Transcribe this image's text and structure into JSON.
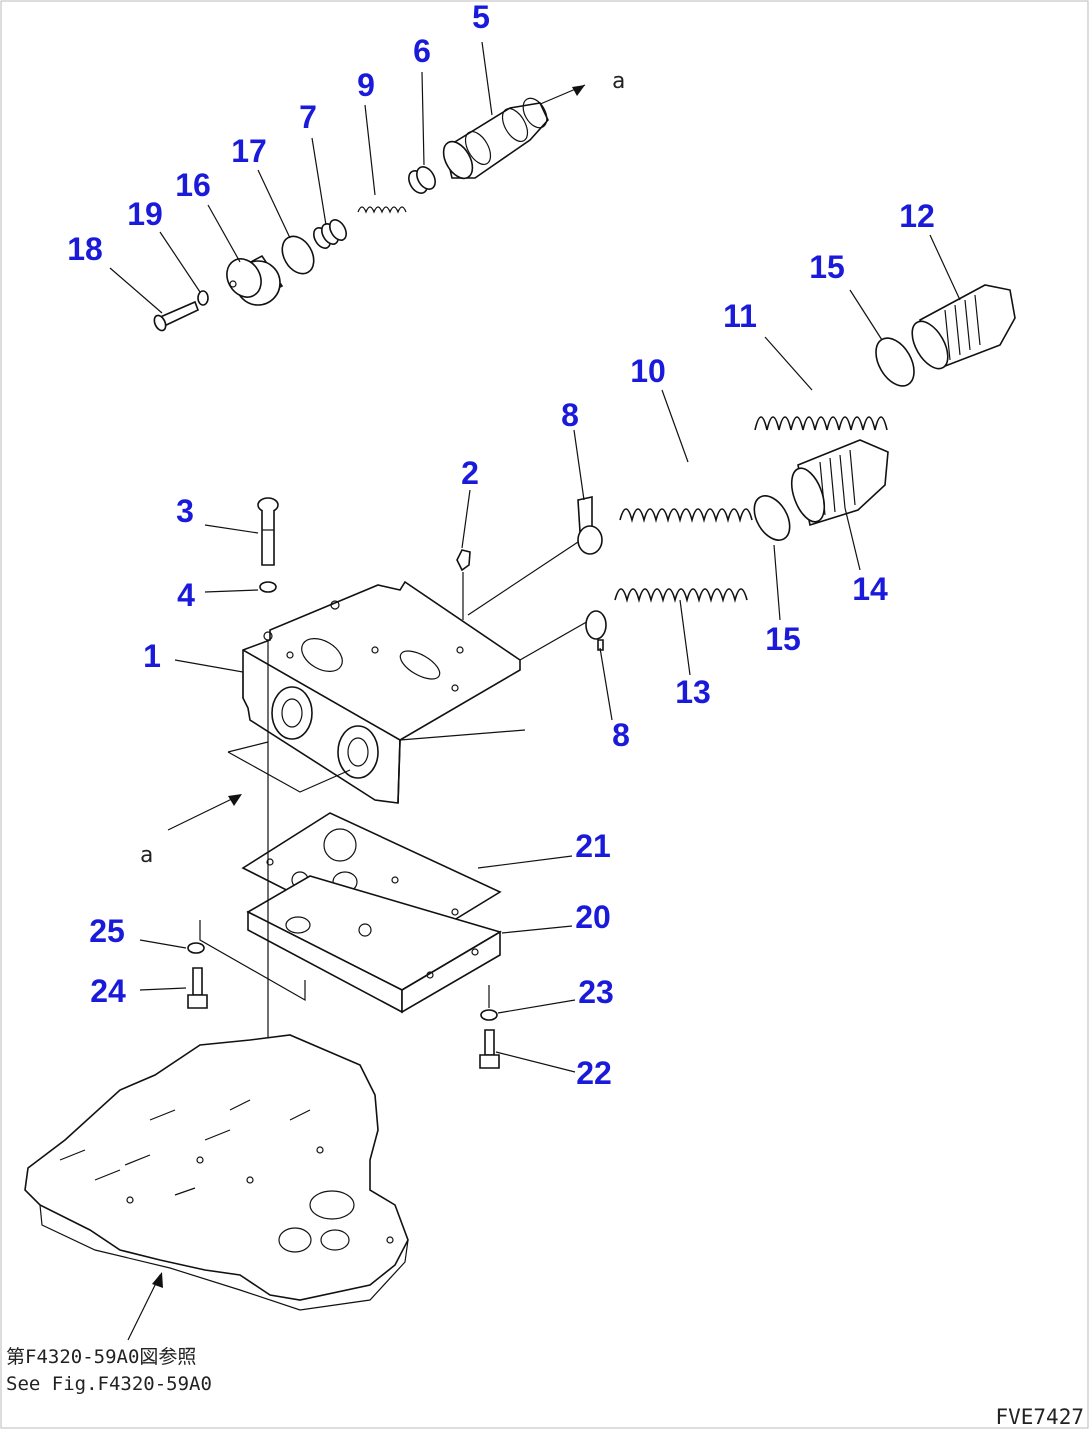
{
  "diagram": {
    "callouts": {
      "p1": "1",
      "p2": "2",
      "p3": "3",
      "p4": "4",
      "p5": "5",
      "p6": "6",
      "p7": "7",
      "p8a": "8",
      "p8b": "8",
      "p9": "9",
      "p10": "10",
      "p11": "11",
      "p12": "12",
      "p13": "13",
      "p14": "14",
      "p15a": "15",
      "p15b": "15",
      "p16": "16",
      "p17": "17",
      "p18": "18",
      "p19": "19",
      "p20": "20",
      "p21": "21",
      "p22": "22",
      "p23": "23",
      "p24": "24",
      "p25": "25"
    },
    "ref_marks": {
      "top": "a",
      "left": "a"
    },
    "note_jp": "第F4320-59A0図参照",
    "note_en": "See Fig.F4320-59A0",
    "figure_code": "FVE7427",
    "colors": {
      "callout": "#1a1adb",
      "line": "#111111"
    }
  }
}
